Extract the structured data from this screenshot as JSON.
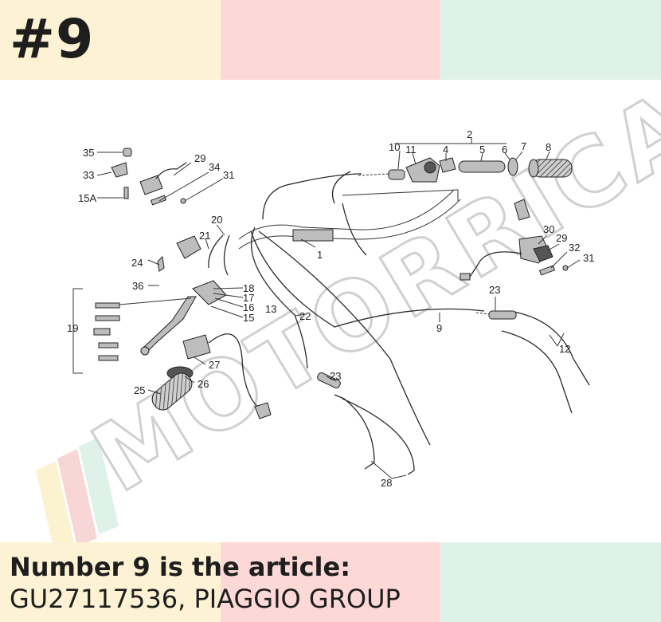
{
  "header": {
    "title": "#9"
  },
  "caption": {
    "line1": "Number 9 is the article:",
    "line2": "GU27117536, PIAGGIO GROUP"
  },
  "watermark": {
    "text": "MOTORRICA"
  },
  "colors": {
    "yellow": "#fdf3d4",
    "pink": "#fcd9d7",
    "green": "#dff2ea",
    "ink": "#1e1e1e"
  },
  "diagram": {
    "labels": {
      "n35": "35",
      "n33": "33",
      "n15a": "15A",
      "n29a": "29",
      "n34": "34",
      "n31a": "31",
      "n2": "2",
      "n10": "10",
      "n11": "11",
      "n4": "4",
      "n5": "5",
      "n6": "6",
      "n7": "7",
      "n8": "8",
      "n20": "20",
      "n21": "21",
      "n24": "24",
      "n36": "36",
      "n1": "1",
      "n30": "30",
      "n29b": "29",
      "n32": "32",
      "n31b": "31",
      "n18": "18",
      "n17": "17",
      "n16": "16",
      "n13": "13",
      "n15": "15",
      "n19": "19",
      "n22": "22",
      "n9": "9",
      "n23a": "23",
      "n12": "12",
      "n27": "27",
      "n26": "26",
      "n25": "25",
      "n23b": "23",
      "n28": "28"
    }
  }
}
